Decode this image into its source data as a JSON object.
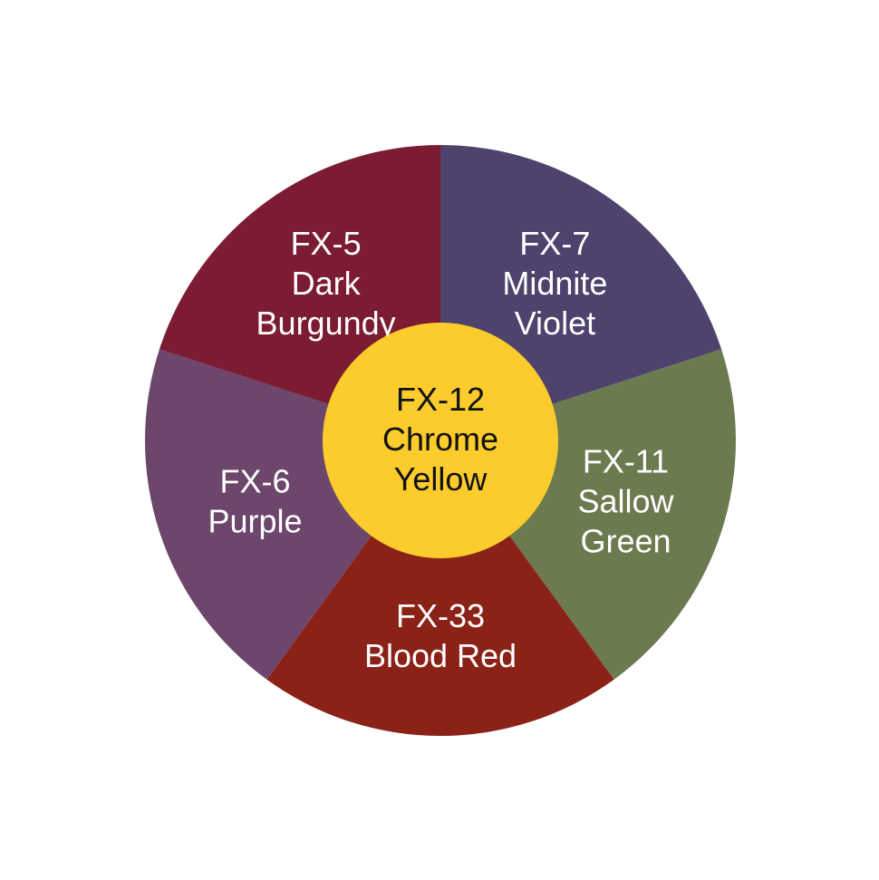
{
  "wheel": {
    "segments": [
      {
        "code": "FX-7",
        "lines": [
          "FX-7",
          "Midnite",
          "Violet"
        ],
        "color": "#4d436c",
        "text_color": "#ffffff"
      },
      {
        "code": "FX-11",
        "lines": [
          "FX-11",
          "Sallow",
          "Green"
        ],
        "color": "#6b7a4f",
        "text_color": "#ffffff"
      },
      {
        "code": "FX-33",
        "lines": [
          "FX-33",
          "Blood Red"
        ],
        "color": "#8b2218",
        "text_color": "#ffffff"
      },
      {
        "code": "FX-6",
        "lines": [
          "FX-6",
          "Purple"
        ],
        "color": "#6c466b",
        "text_color": "#ffffff"
      },
      {
        "code": "FX-5",
        "lines": [
          "FX-5",
          "Dark",
          "Burgundy"
        ],
        "color": "#7b1c32",
        "text_color": "#ffffff"
      }
    ],
    "center": {
      "code": "FX-12",
      "lines": [
        "FX-12",
        "Chrome",
        "Yellow"
      ],
      "color": "#fbcc2c",
      "text_color": "#111111"
    },
    "background_color": "#ffffff"
  }
}
